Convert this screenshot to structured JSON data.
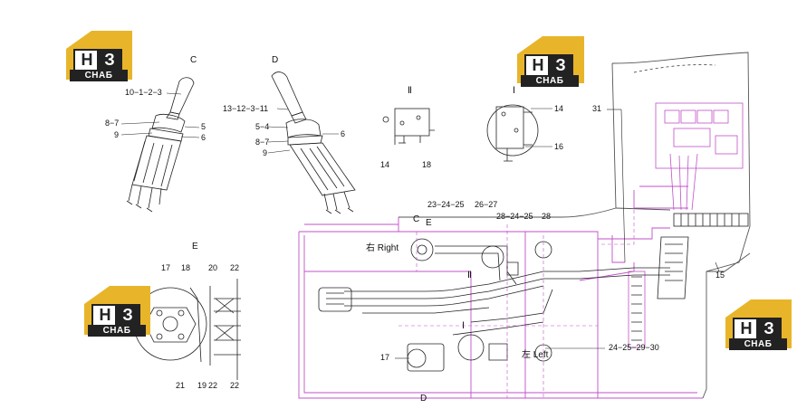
{
  "logo": {
    "line1_left": "Н",
    "line1_right": "З",
    "line2": "СНАБ"
  },
  "views": {
    "C": "C",
    "D": "D",
    "II": "Ⅱ",
    "I": "Ⅰ",
    "E": "E"
  },
  "labels_c": {
    "top": "10−1−2−3",
    "l87": "8−7",
    "l9": "9",
    "r5": "5",
    "r6": "6"
  },
  "labels_d": {
    "top": "13−12−3−11",
    "l54": "5−4",
    "l87": "8−7",
    "l9": "9",
    "r6": "6"
  },
  "labels_ii": {
    "n14": "14",
    "n18": "18"
  },
  "labels_i": {
    "n14": "14",
    "n16": "16"
  },
  "labels_e": {
    "n17": "17",
    "n18": "18",
    "n20": "20",
    "n22a": "22",
    "n21": "21",
    "n19": "19",
    "n22b": "22",
    "n22c": "22"
  },
  "labels_main": {
    "n31": "31",
    "n15": "15",
    "g23": "23−24−25",
    "g2627": "26−27",
    "g28a": "28−24−25",
    "g28b": "28",
    "ce": "C",
    "e": "E",
    "right": "右 Right",
    "left": "左 Left",
    "n17": "17",
    "g2430": "24−25−29−30",
    "II": "Ⅱ",
    "I": "Ⅰ",
    "D": "D"
  },
  "colors": {
    "magenta": "#c050c8",
    "ink": "#111111",
    "logo_gold": "#e8b52a",
    "logo_dark": "#222222"
  }
}
